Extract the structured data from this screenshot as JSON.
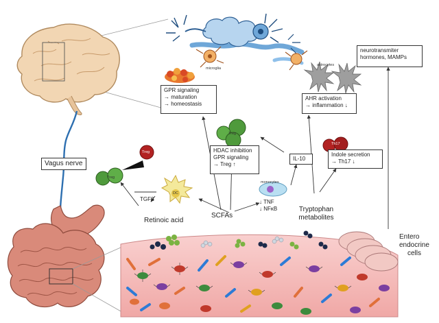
{
  "labels": {
    "microglia": "microglia",
    "astrocytes": "astrocytes",
    "monocytes": "monocytes",
    "treg_a": "Treg",
    "treg_b": "Treg",
    "treg_c": "Treg",
    "th17": "Th17",
    "dc": "DC",
    "tgfb": "TGFβ",
    "retinoic_acid": "Retinoic acid",
    "scfas": "SCFAs",
    "tryptophan_line1": "Tryptophan",
    "tryptophan_line2": "metabolites",
    "entero_line1": "Entero",
    "entero_line2": "endocrine",
    "entero_line3": "cells"
  },
  "boxes": {
    "neurotransmitter": [
      "neurotransmiter",
      "hormones, MAMPs"
    ],
    "gpr_microglia": [
      "GPR signaling",
      "→ maturation",
      "→ homeostasis"
    ],
    "ahr": [
      "AHR activation",
      "→ inflammation ↓"
    ],
    "hdac": [
      "HDAC inhibition",
      "GPR signaling",
      "→ Treg ↑"
    ],
    "il10": "IL-10",
    "indole": [
      "Indole secretion",
      "→ Th17 ↓"
    ],
    "vagus": "Vagus nerve",
    "tnf": [
      "↓ TNF",
      "↓ NFκB"
    ]
  },
  "colors": {
    "brain": "#f2d6b3",
    "brain_outline": "#b08a5e",
    "gut": "#d98a7a",
    "lumen": "#f4c2c0",
    "nerve": "#2d6fb0",
    "treg": "#4f9a3c",
    "th17": "#b22222"
  }
}
